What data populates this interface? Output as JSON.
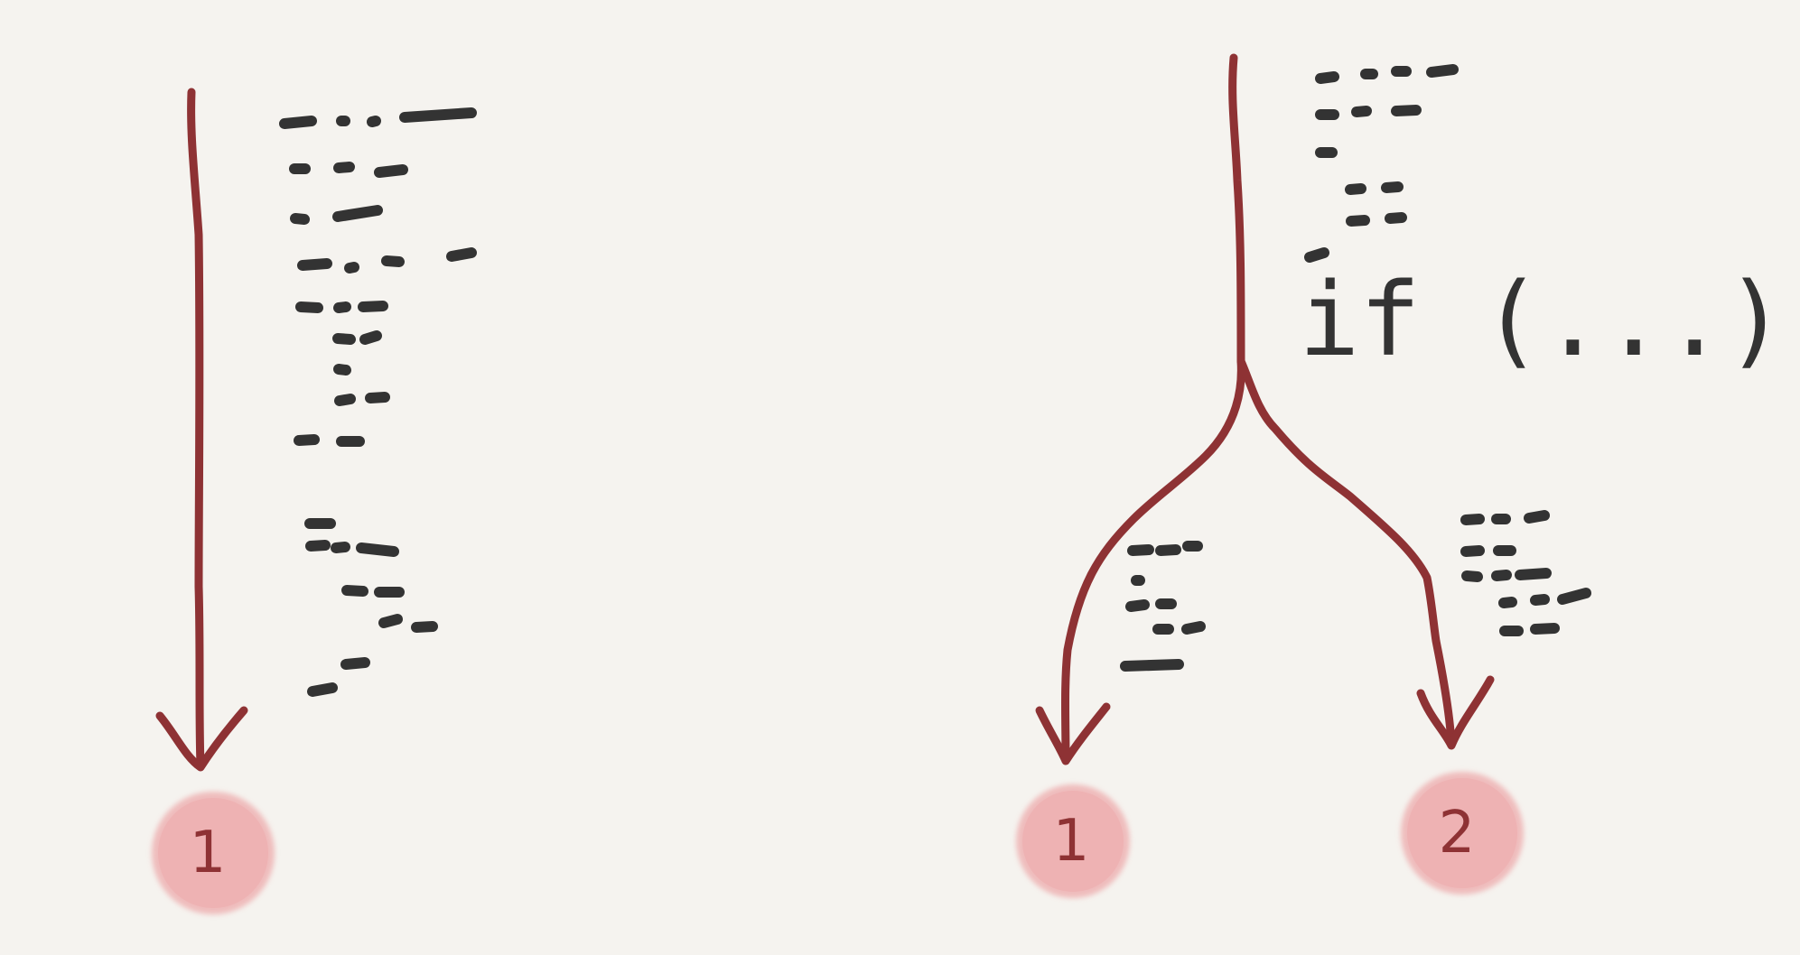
{
  "colors": {
    "background": "#f5f3ef",
    "arrow": "#8e3234",
    "code": "#333333",
    "node_fill": "#eeb2b3",
    "node_text": "#8e3234"
  },
  "left_diagram": {
    "paths": [
      {
        "node_label": "1"
      }
    ]
  },
  "right_diagram": {
    "condition_text": "if (...)",
    "paths": [
      {
        "node_label": "1"
      },
      {
        "node_label": "2"
      }
    ]
  }
}
